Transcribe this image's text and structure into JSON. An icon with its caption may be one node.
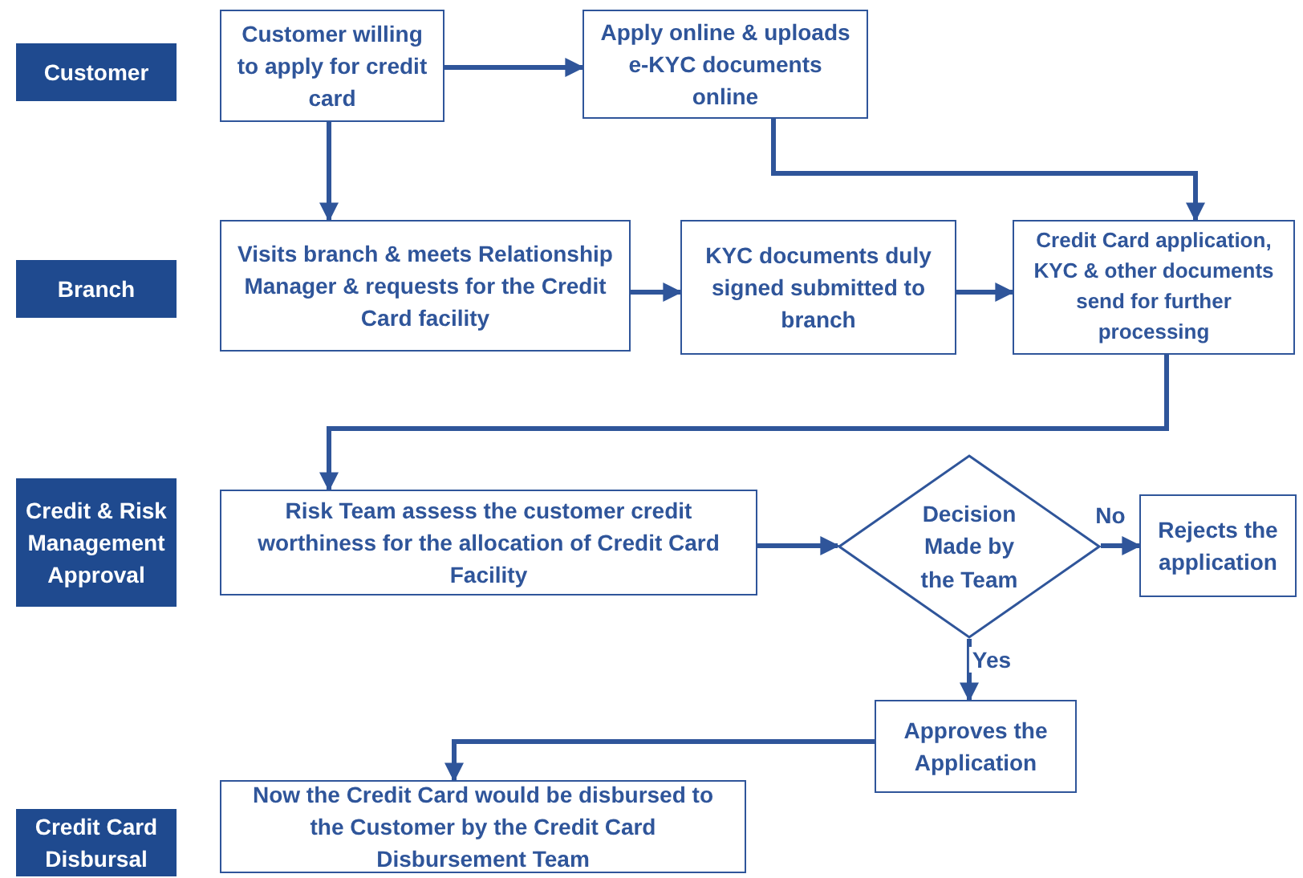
{
  "diagram": {
    "nodes": [
      {
        "text": [
          "Customer"
        ]
      },
      {
        "text": [
          "Customer willing to apply for credit card"
        ]
      },
      {
        "text": [
          "Apply online & uploads e-KYC documents online"
        ]
      },
      {
        "text": [
          "Branch"
        ]
      },
      {
        "text": [
          "Visits branch & meets Relationship Manager & requests for the Credit Card facility"
        ]
      },
      {
        "text": [
          "KYC documents duly signed submitted to branch"
        ]
      },
      {
        "text": [
          "Credit Card application, KYC & other documents send for further processing"
        ]
      },
      {
        "text": [
          "Credit & Risk Management Approval"
        ]
      },
      {
        "text": [
          "Risk Team assess the customer credit worthiness for the allocation of Credit Card Facility"
        ]
      },
      {
        "text": [
          "Decision Made by the Team"
        ]
      },
      {
        "text": [
          "Rejects the application"
        ]
      },
      {
        "text": [
          "Approves the Application"
        ]
      },
      {
        "text": [
          "Credit Card Disbursal"
        ]
      },
      {
        "text": [
          "Now the Credit Card would be disbursed to the Customer by the Credit Card Disbursement Team"
        ]
      }
    ],
    "edges": [
      {
        "from": 1,
        "to": 2,
        "arrow": "to"
      },
      {
        "from": 1,
        "to": 4,
        "arrow": "to"
      },
      {
        "from": 2,
        "to": 6,
        "arrow": "to"
      },
      {
        "from": 4,
        "to": 5,
        "arrow": "to"
      },
      {
        "from": 5,
        "to": 6,
        "arrow": "to"
      },
      {
        "from": 6,
        "to": 8,
        "arrow": "to"
      },
      {
        "from": 8,
        "to": 9,
        "arrow": "to"
      },
      {
        "from": 9,
        "to": 10,
        "arrow": "to",
        "label": "No"
      },
      {
        "from": 9,
        "to": 11,
        "arrow": "to",
        "label": "Yes"
      },
      {
        "from": 11,
        "to": 13,
        "arrow": "to"
      }
    ]
  }
}
